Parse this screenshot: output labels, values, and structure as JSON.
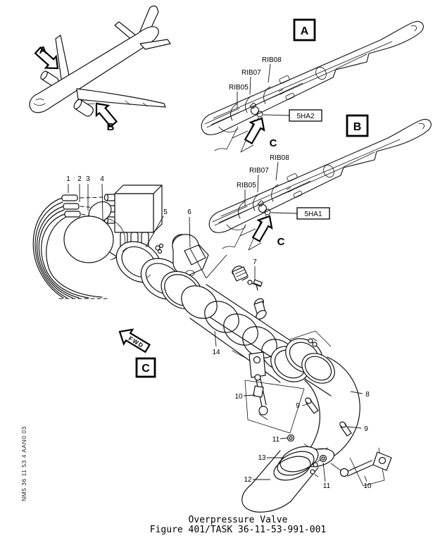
{
  "figure": {
    "caption_title": "Overpressure Valve",
    "caption_ref": "Figure 401/TASK 36-11-53-991-001",
    "side_ref": "NM5 36 11 53 4 AAN0 03"
  },
  "locator": {
    "view_a": "A",
    "view_b": "B"
  },
  "detail_a": {
    "box": "A",
    "rib05": "RIB05",
    "rib07": "RIB07",
    "rib08": "RIB08",
    "ident": "5HA2",
    "view_c": "C"
  },
  "detail_b": {
    "box": "B",
    "rib05": "RIB05",
    "rib07": "RIB07",
    "rib08": "RIB08",
    "ident": "5HA1",
    "view_c": "C"
  },
  "detail_c": {
    "box": "C",
    "fwd": "FWD",
    "parts": [
      "1",
      "2",
      "3",
      "4",
      "5",
      "6",
      "7",
      "8",
      "9",
      "10",
      "11",
      "12",
      "13",
      "14"
    ]
  }
}
